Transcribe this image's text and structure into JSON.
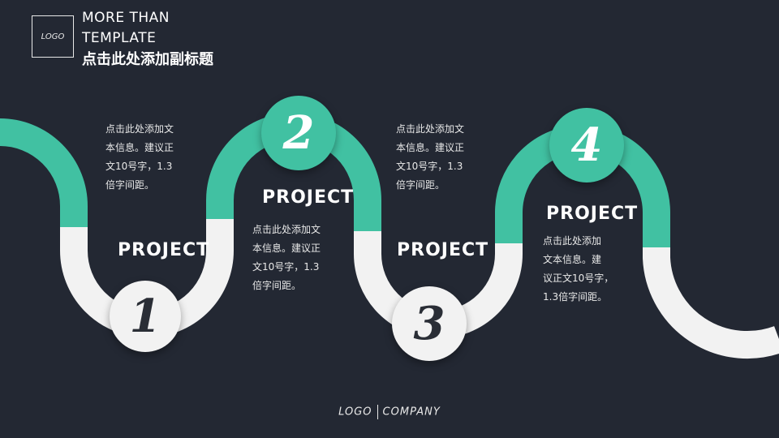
{
  "header": {
    "logo": "LOGO",
    "title_line1": "MORE THAN",
    "title_line2": "TEMPLATE",
    "subtitle": "点击此处添加副标题"
  },
  "colors": {
    "background": "#232833",
    "accent": "#41c1a2",
    "light": "#f2f2f2"
  },
  "steps": [
    {
      "number": "1",
      "label": "PROJECT",
      "desc_lines": [
        "点击此处添加文",
        "本信息。建议正",
        "文10号字，1.3",
        "倍字间距。"
      ]
    },
    {
      "number": "2",
      "label": "PROJECT",
      "desc_lines": [
        "点击此处添加文",
        "本信息。建议正",
        "文10号字，1.3",
        "倍字间距。"
      ]
    },
    {
      "number": "3",
      "label": "PROJECT",
      "desc_lines": [
        "点击此处添加文",
        "本信息。建议正",
        "文10号字，1.3",
        "倍字间距。"
      ]
    },
    {
      "number": "4",
      "label": "PROJECT",
      "desc_lines": [
        "点击此处添加",
        "文本信息。建",
        "议正文10号字，",
        "1.3倍字间距。"
      ]
    }
  ],
  "footer": {
    "logo": "LOGO",
    "company": "COMPANY"
  }
}
